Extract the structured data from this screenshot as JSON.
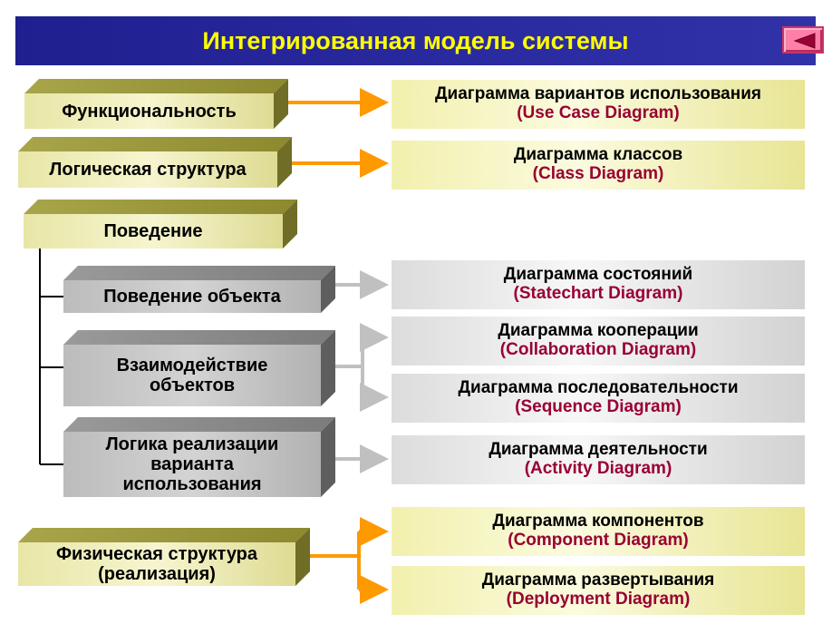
{
  "header": {
    "title": "Интегрированная модель системы",
    "back_icon": "triangle-left-icon"
  },
  "colors": {
    "header_bg": "#2a2aa0",
    "title_text": "#ffff00",
    "box_yellow": "#ecebb0",
    "box_gray": "#bdbdbd",
    "arrow_orange": "#ff9900",
    "arrow_gray": "#bfbfbf",
    "sub_text": "#990033"
  },
  "left": {
    "functionality": "Функциональность",
    "logical_structure": "Логическая структура",
    "behavior": "Поведение",
    "object_behavior": "Поведение объекта",
    "interaction_line1": "Взаимодействие",
    "interaction_line2": "объектов",
    "usecase_logic_line1": "Логика реализации",
    "usecase_logic_line2": "варианта",
    "usecase_logic_line3": "использования",
    "physical_line1": "Физическая структура",
    "physical_line2": "(реализация)"
  },
  "diagrams": {
    "usecase": {
      "name": "Диаграмма вариантов использования",
      "en": "(Use Case Diagram)"
    },
    "class": {
      "name": "Диаграмма классов",
      "en": "(Class Diagram)"
    },
    "statechart": {
      "name": "Диаграмма состояний",
      "en": "(Statechart Diagram)"
    },
    "collaboration": {
      "name": "Диаграмма кооперации",
      "en": "(Collaboration Diagram)"
    },
    "sequence": {
      "name": "Диаграмма последовательности",
      "en": "(Sequence Diagram)"
    },
    "activity": {
      "name": "Диаграмма деятельности",
      "en": "(Activity Diagram)"
    },
    "component": {
      "name": "Диаграмма компонентов",
      "en": "(Component Diagram)"
    },
    "deployment": {
      "name": "Диаграмма развертывания",
      "en": "(Deployment Diagram)"
    }
  }
}
